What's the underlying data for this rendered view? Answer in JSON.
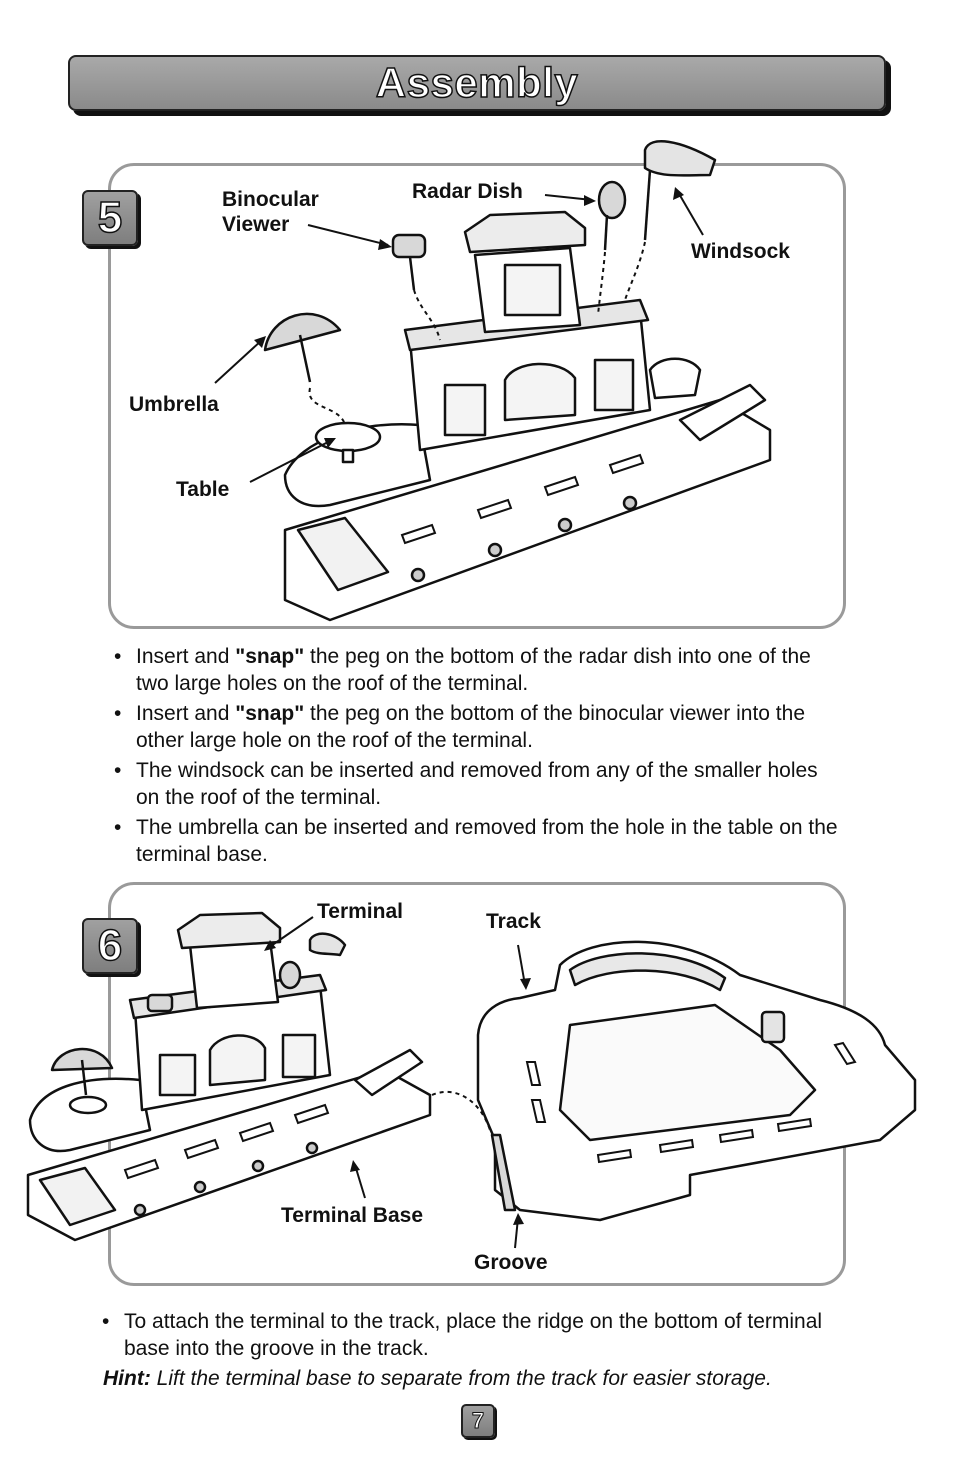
{
  "header": {
    "title": "Assembly"
  },
  "step5": {
    "number": "5",
    "labels": {
      "binocular_line1": "Binocular",
      "binocular_line2": "Viewer",
      "radar_dish": "Radar Dish",
      "windsock": "Windsock",
      "umbrella": "Umbrella",
      "table": "Table"
    },
    "bullets": [
      {
        "pre": "Insert and ",
        "bold": "\"snap\"",
        "post": " the peg on the bottom of the radar dish into one of the two large holes on the roof of the terminal."
      },
      {
        "pre": "Insert and ",
        "bold": "\"snap\"",
        "post": " the peg on the bottom of the binocular viewer into the other large hole on the roof of the terminal."
      },
      {
        "pre": "The windsock can be inserted and removed from any of the smaller holes on the roof of the terminal.",
        "bold": "",
        "post": ""
      },
      {
        "pre": "The umbrella can be inserted and removed from the hole in the table on the terminal base.",
        "bold": "",
        "post": ""
      }
    ]
  },
  "step6": {
    "number": "6",
    "labels": {
      "terminal": "Terminal",
      "track": "Track",
      "terminal_base": "Terminal Base",
      "groove": "Groove"
    },
    "bullets": [
      {
        "pre": "To attach the terminal to the track, place the ridge on the bottom of terminal base into the groove in the track.",
        "bold": "",
        "post": ""
      }
    ],
    "hint_label": "Hint:",
    "hint_text": " Lift the terminal base to separate from the track for easier storage."
  },
  "footer": {
    "page_number": "7"
  }
}
